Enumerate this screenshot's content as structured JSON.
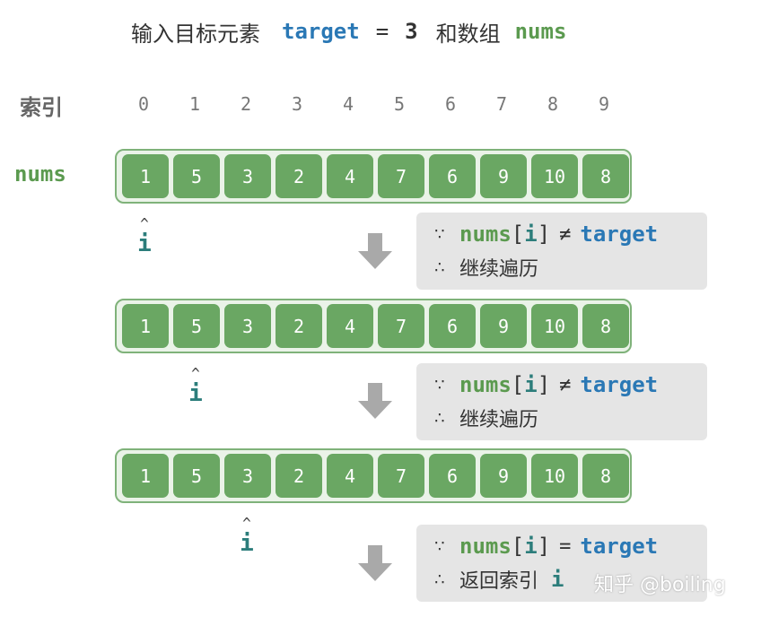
{
  "header": {
    "prefix": "输入目标元素",
    "target_word": "target",
    "equals": "=",
    "target_value": "3",
    "and_array": "和数组",
    "nums_word": "nums"
  },
  "index_row": {
    "title": "索引",
    "indices": [
      "0",
      "1",
      "2",
      "3",
      "4",
      "5",
      "6",
      "7",
      "8",
      "9"
    ]
  },
  "array_label": "nums",
  "array_values": [
    "1",
    "5",
    "3",
    "2",
    "4",
    "7",
    "6",
    "9",
    "10",
    "8"
  ],
  "pointer": {
    "caret": "^",
    "letter": "i"
  },
  "steps": [
    {
      "pointer_index": 0,
      "because": "∵",
      "lhs_name": "nums",
      "lbracket": "[",
      "lhs_index": "i",
      "rbracket": "]",
      "operator": "≠",
      "rhs": "target",
      "therefore": "∴",
      "conclusion": "继续遍历",
      "conclusion_var": ""
    },
    {
      "pointer_index": 1,
      "because": "∵",
      "lhs_name": "nums",
      "lbracket": "[",
      "lhs_index": "i",
      "rbracket": "]",
      "operator": "≠",
      "rhs": "target",
      "therefore": "∴",
      "conclusion": "继续遍历",
      "conclusion_var": ""
    },
    {
      "pointer_index": 2,
      "because": "∵",
      "lhs_name": "nums",
      "lbracket": "[",
      "lhs_index": "i",
      "rbracket": "]",
      "operator": "=",
      "rhs": "target",
      "therefore": "∴",
      "conclusion": "返回索引",
      "conclusion_var": "i"
    }
  ],
  "colors": {
    "cell_fill": "#6aa763",
    "array_border": "#7fb27a",
    "keyword_blue": "#2a78b5",
    "keyword_green": "#5b9a4f",
    "pointer_teal": "#2c7d7b",
    "info_box": "#e5e5e5",
    "arrow_gray": "#a9a9a9"
  },
  "icons": {
    "step_arrow": "down-arrow-icon"
  },
  "watermark": "知乎 @boiling"
}
